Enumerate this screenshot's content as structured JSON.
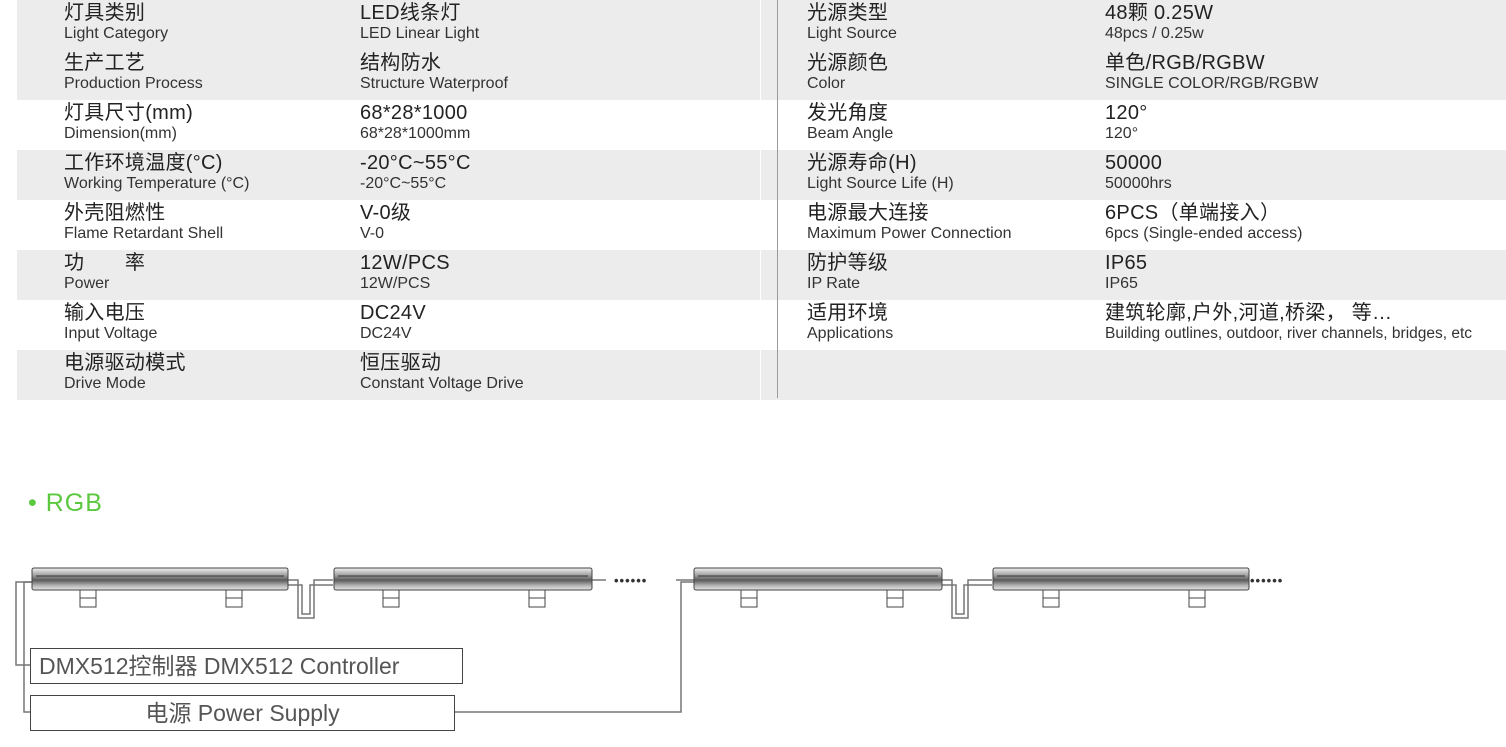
{
  "specs": {
    "left": [
      {
        "label_cn": "灯具类别",
        "label_en": "Light Category",
        "value_cn": "LED线条灯",
        "value_en": "LED Linear Light"
      },
      {
        "label_cn": "生产工艺",
        "label_en": "Production Process",
        "value_cn": "结构防水",
        "value_en": "Structure Waterproof"
      },
      {
        "label_cn": "灯具尺寸(mm)",
        "label_en": "Dimension(mm)",
        "value_cn": "68*28*1000",
        "value_en": "68*28*1000mm"
      },
      {
        "label_cn": "工作环境温度(°C)",
        "label_en": "Working Temperature (°C)",
        "value_cn": "-20°C~55°C",
        "value_en": "-20°C~55°C"
      },
      {
        "label_cn": "外壳阻燃性",
        "label_en": "Flame Retardant Shell",
        "value_cn": "V-0级",
        "value_en": "V-0"
      },
      {
        "label_cn": "功　　率",
        "label_en": "Power",
        "value_cn": "12W/PCS",
        "value_en": "12W/PCS"
      },
      {
        "label_cn": "输入电压",
        "label_en": "Input Voltage",
        "value_cn": "DC24V",
        "value_en": "DC24V"
      },
      {
        "label_cn": "电源驱动模式",
        "label_en": "Drive Mode",
        "value_cn": "恒压驱动",
        "value_en": "Constant Voltage Drive"
      }
    ],
    "right": [
      {
        "label_cn": "光源类型",
        "label_en": "Light Source",
        "value_cn": "48颗 0.25W",
        "value_en": "48pcs / 0.25w"
      },
      {
        "label_cn": "光源颜色",
        "label_en": "Color",
        "value_cn": "单色/RGB/RGBW",
        "value_en": "SINGLE COLOR/RGB/RGBW"
      },
      {
        "label_cn": "发光角度",
        "label_en": "Beam Angle",
        "value_cn": "120°",
        "value_en": "120°"
      },
      {
        "label_cn": "光源寿命(H)",
        "label_en": "Light Source Life (H)",
        "value_cn": "50000",
        "value_en": "50000hrs"
      },
      {
        "label_cn": "电源最大连接",
        "label_en": "Maximum Power Connection",
        "value_cn": "6PCS（单端接入）",
        "value_en": "6pcs (Single-ended access)"
      },
      {
        "label_cn": "防护等级",
        "label_en": "IP Rate",
        "value_cn": "IP65",
        "value_en": "IP65"
      },
      {
        "label_cn": "适用环境",
        "label_en": "Applications",
        "value_cn": "建筑轮廓,户外,河道,桥梁， 等…",
        "value_en": "Building outlines, outdoor, river channels, bridges, etc"
      }
    ]
  },
  "section_heading": "• RGB",
  "diagram": {
    "controller_label": "DMX512控制器  DMX512 Controller",
    "power_supply_label": "电源 Power Supply",
    "ellipsis_1": "••••••",
    "ellipsis_2": "••••••"
  },
  "colors": {
    "heading": "#5cc840",
    "row_shade": "#ececec",
    "divider": "#9a9a9a"
  }
}
